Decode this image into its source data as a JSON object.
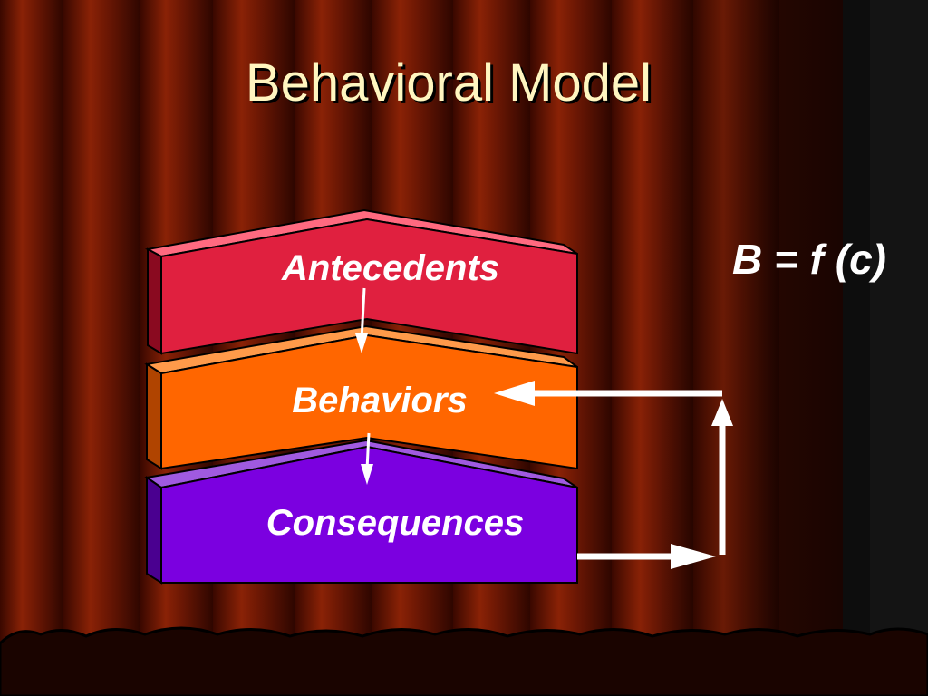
{
  "slide": {
    "title": "Behavioral Model"
  },
  "model": {
    "layers": [
      {
        "label": "Antecedents",
        "color": "#e0203f"
      },
      {
        "label": "Behaviors",
        "color": "#ff6600"
      },
      {
        "label": "Consequences",
        "color": "#7b00e0"
      }
    ],
    "formula": "B = f (c)"
  },
  "colors": {
    "curtain_dark": "#2a0600",
    "curtain_red": "#7a1a05",
    "title": "#fff6c0",
    "arrows": "#ffffff"
  }
}
